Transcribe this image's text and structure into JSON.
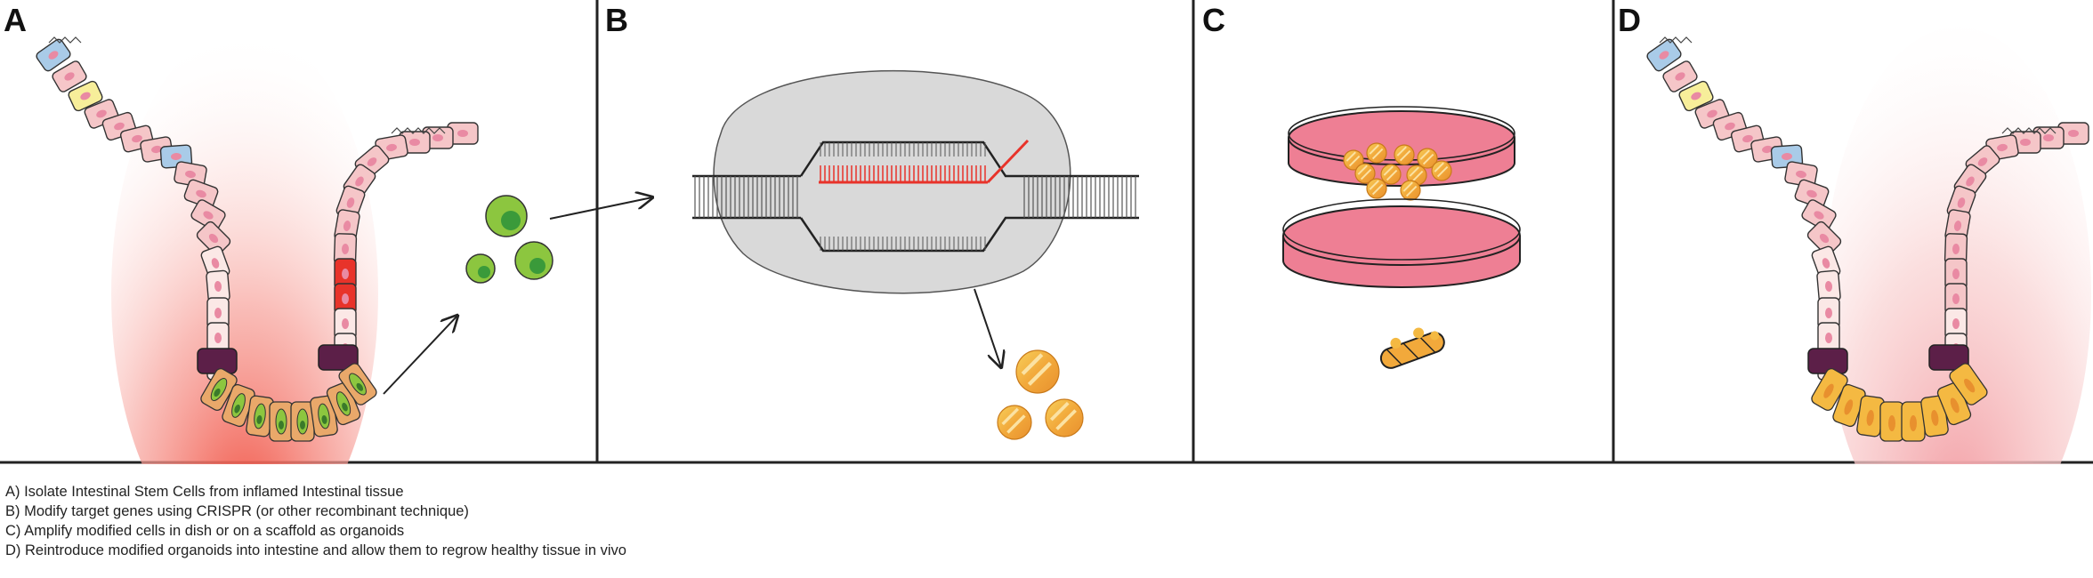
{
  "panels": [
    {
      "letter": "A"
    },
    {
      "letter": "B"
    },
    {
      "letter": "C"
    },
    {
      "letter": "D"
    }
  ],
  "caption": [
    "A) Isolate Intestinal Stem Cells from inflamed Intestinal tissue",
    "B) Modify target genes using CRISPR (or other recombinant technique)",
    "C) Amplify modified cells in dish or on a scaffold as organoids",
    "D) Reintroduce modified organoids into intestine and allow them to regrow healthy tissue in vivo"
  ],
  "colors": {
    "line": "#222222",
    "stem_cell_green": "#8cc63f",
    "stem_cell_nucleus": "#3a9a3a",
    "crispr_red": "#e8332a",
    "dna_grey": "#d9d9d9",
    "dish_pink": "#ee7f94",
    "organoid_gold": "#f4b942",
    "paneth_purple": "#5c1f48",
    "villus_pink": "#f7c9cc",
    "inflamed_red": "#f05a4a"
  }
}
